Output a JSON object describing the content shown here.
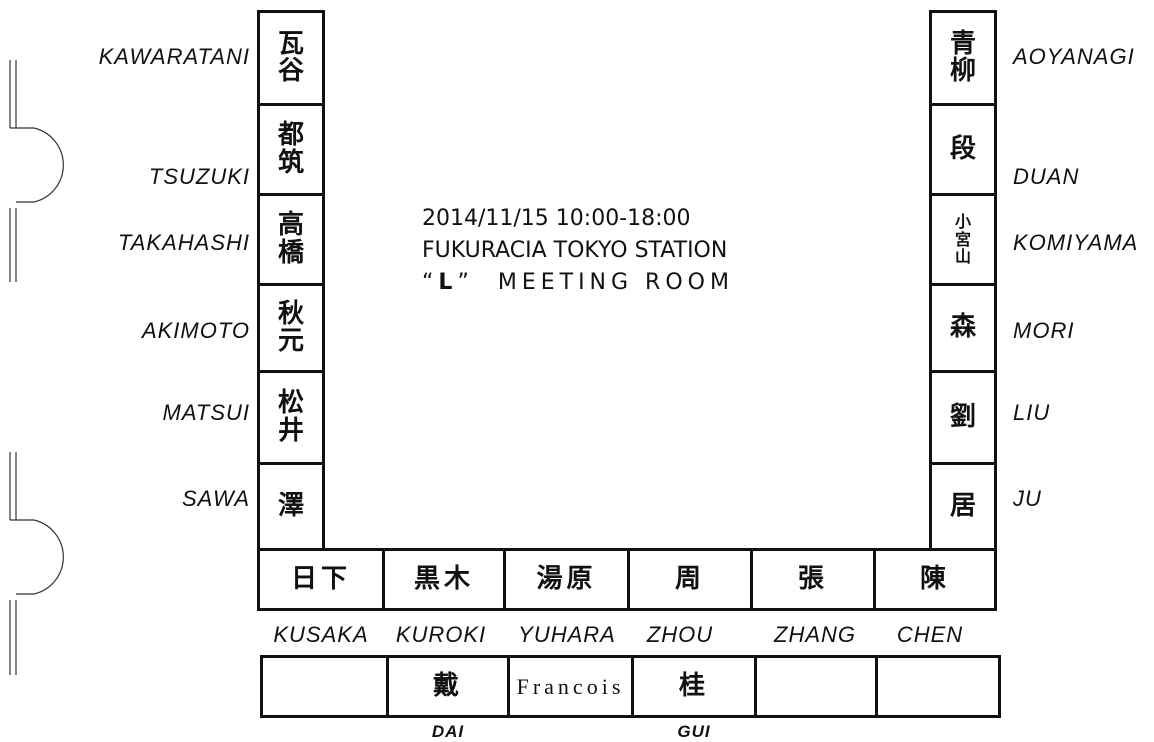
{
  "event": {
    "date_time": "2014/11/15  10:00-18:00",
    "venue": "FUKURACIA TOKYO STATION",
    "room_quote_open": "“",
    "room_quote_letter": "L",
    "room_quote_close": "”",
    "room_name": "MEETING ROOM"
  },
  "left_column": [
    {
      "kanji": "瓦谷",
      "romaji": "KAWARATANI"
    },
    {
      "kanji": "都筑",
      "romaji": "TSUZUKI"
    },
    {
      "kanji": "高橋",
      "romaji": "TAKAHASHI"
    },
    {
      "kanji": "秋元",
      "romaji": "AKIMOTO"
    },
    {
      "kanji": "松井",
      "romaji": "MATSUI"
    },
    {
      "kanji": "澤",
      "romaji": "SAWA"
    }
  ],
  "right_column": [
    {
      "kanji": "青柳",
      "romaji": "AOYANAGI"
    },
    {
      "kanji": "段",
      "romaji": "DUAN"
    },
    {
      "kanji": "小宮山",
      "romaji": "KOMIYAMA"
    },
    {
      "kanji": "森",
      "romaji": "MORI"
    },
    {
      "kanji": "劉",
      "romaji": "LIU"
    },
    {
      "kanji": "居",
      "romaji": "JU"
    }
  ],
  "bottom_row": [
    {
      "kanji": "日下",
      "romaji": "KUSAKA"
    },
    {
      "kanji": "黒木",
      "romaji": "KUROKI"
    },
    {
      "kanji": "湯原",
      "romaji": "YUHARA"
    },
    {
      "kanji": "周",
      "romaji": "ZHOU"
    },
    {
      "kanji": "張",
      "romaji": "ZHANG"
    },
    {
      "kanji": "陳",
      "romaji": "CHEN"
    }
  ],
  "back_row": [
    {
      "name": "",
      "romaji": ""
    },
    {
      "name": "戴",
      "romaji": "DAI"
    },
    {
      "name": "Francois",
      "romaji": ""
    },
    {
      "name": "桂",
      "romaji": "GUI"
    },
    {
      "name": "",
      "romaji": ""
    },
    {
      "name": "",
      "romaji": ""
    }
  ],
  "colors": {
    "line": "#111111",
    "background": "#ffffff"
  },
  "icons": {
    "doors": "door-swing-icon"
  }
}
